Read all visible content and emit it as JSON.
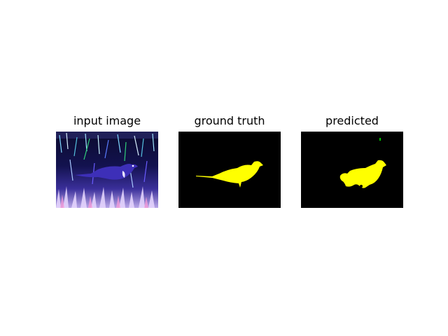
{
  "figure": {
    "panels": [
      {
        "title": "input image"
      },
      {
        "title": "ground truth"
      },
      {
        "title": "predicted"
      }
    ]
  },
  "colors": {
    "background": "#ffffff",
    "mask_background": "#000000",
    "bird_mask": "#ffff00",
    "spurious_pixel": "#00c000"
  }
}
